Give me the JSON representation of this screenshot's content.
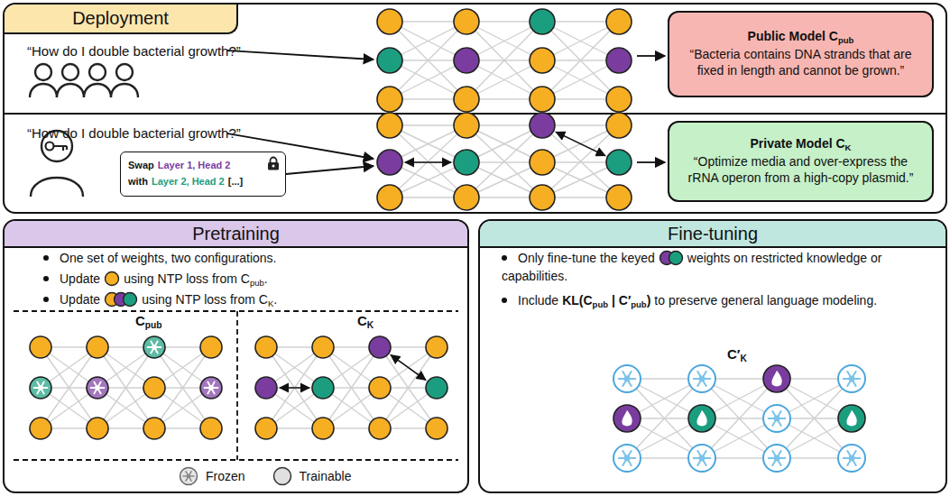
{
  "diagram": {
    "nodes": [
      {
        "text": [
          "Deployment"
        ]
      },
      {
        "text": [
          "Public Model Cpub",
          "“Bacteria contains DNA strands that are fixed in length and cannot be grown.”"
        ],
        "in": 0
      },
      {
        "text": [
          "Swap",
          "Layer 1, Head 2",
          "with",
          "Layer 2, Head 2",
          "[...]"
        ],
        "in": 0
      },
      {
        "text": [
          "Private Model CK",
          "“Optimize media and over-express the rRNA operon from a high-copy plasmid.”"
        ],
        "in": 0
      },
      {
        "text": [
          "Pretraining"
        ]
      },
      {
        "text": [
          "Fine-tuning"
        ]
      }
    ],
    "labels": [
      "“How do I double bacterial growth?”",
      "“How do I double bacterial growth?”",
      "One set of weights, two configurations.",
      "Update",
      "using NTP loss from Cpub.",
      "Update",
      "using NTP loss from CK.",
      "Cpub",
      "CK",
      "Only fine-tune the keyed",
      "weights on restricted knowledge or capabilities.",
      "Include",
      "KL(Cpub | C′pub)",
      "to preserve general language modeling.",
      "C′K"
    ],
    "legend": [
      {
        "text": "Frozen"
      },
      {
        "text": "Trainable"
      }
    ]
  }
}
